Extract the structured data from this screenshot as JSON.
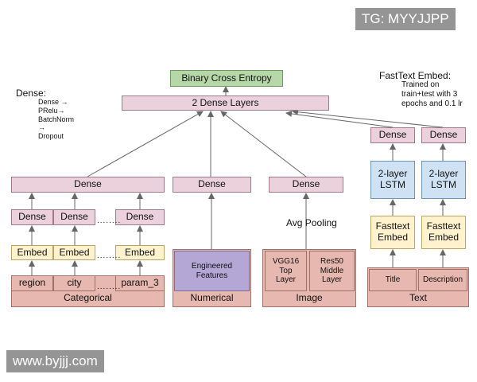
{
  "watermarks": {
    "top": "TG: MYYJJPP",
    "bottom": "www.byjjj.com"
  },
  "top": {
    "loss": "Binary Cross Entropy",
    "dense_layers": "2 Dense Layers"
  },
  "dense_note": {
    "title": "Dense:",
    "body": "Dense →\nPRelu→\nBatchNorm\n→\nDropout"
  },
  "fasttext_note": {
    "title": "FastText Embed:",
    "body": "Trained on\ntrain+test with 3\nepochs and 0.1 lr"
  },
  "categorical": {
    "dense_top": "Dense",
    "dense": [
      "Dense",
      "Dense",
      "Dense"
    ],
    "embed": [
      "Embed",
      "Embed",
      "Embed"
    ],
    "inputs": [
      "region",
      "city",
      "param_3"
    ],
    "label": "Categorical",
    "ellipsis": "........"
  },
  "numerical": {
    "dense": "Dense",
    "features": "Engineered\nFeatures",
    "label": "Numerical"
  },
  "image": {
    "dense": "Dense",
    "pooling": "Avg Pooling",
    "vgg": "VGG16\nTop\nLayer",
    "res": "Res50\nMiddle\nLayer",
    "label": "Image"
  },
  "text": {
    "dense": [
      "Dense",
      "Dense"
    ],
    "lstm": [
      "2-layer\nLSTM",
      "2-layer\nLSTM"
    ],
    "embed": [
      "Fasttext\nEmbed",
      "Fasttext\nEmbed"
    ],
    "inputs": [
      "Title",
      "Description"
    ],
    "label": "Text"
  },
  "colors": {
    "pink": "#ead1dc",
    "green": "#b6d7a8",
    "yellow": "#fff2cc",
    "red": "#e6b8af",
    "blue": "#cfe2f3",
    "purple": "#b4a7d6"
  }
}
